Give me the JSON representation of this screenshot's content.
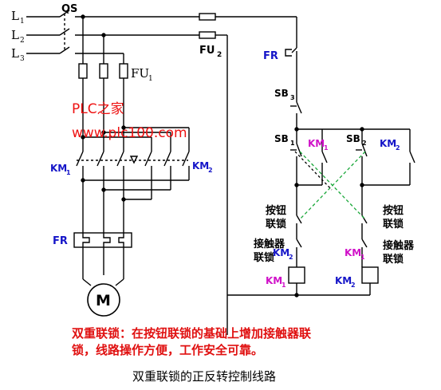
{
  "labels": {
    "l1": "L",
    "l1_sub": "1",
    "l2": "L",
    "l2_sub": "2",
    "l3": "L",
    "l3_sub": "3",
    "qs": "QS",
    "fu1": "FU",
    "fu1_sub": "1",
    "fu2": "FU",
    "fu2_sub": "2",
    "fr_main": "FR",
    "fr_ctrl": "FR",
    "sb3": "SB",
    "sb3_sub": "3",
    "sb1": "SB",
    "sb1_sub": "1",
    "sb2": "SB",
    "sb2_sub": "2",
    "km1_main": "KM",
    "km1_main_sub": "1",
    "km2_main": "KM",
    "km2_main_sub": "2",
    "km1_hold": "KM",
    "km1_hold_sub": "1",
    "km2_hold": "KM",
    "km2_hold_sub": "2",
    "km2_interlock": "KM",
    "km2_interlock_sub": "2",
    "km1_interlock": "KM",
    "km1_interlock_sub": "1",
    "km1_coil": "KM",
    "km1_coil_sub": "1",
    "km2_coil": "KM",
    "km2_coil_sub": "2",
    "motor": "M",
    "button_interlock_left_1": "按钮",
    "button_interlock_left_2": "联锁",
    "button_interlock_right_1": "按钮",
    "button_interlock_right_2": "联锁",
    "contactor_interlock_left_1": "接触器",
    "contactor_interlock_left_2": "联锁",
    "contactor_interlock_right_1": "接触器",
    "contactor_interlock_right_2": "联锁"
  },
  "watermark": {
    "line1": "PLC之家",
    "line2": "www.plc100.com"
  },
  "description": {
    "line1": "双重联锁：在按钮联锁的基础上增加接触器联",
    "line2": "锁，线路操作方便，工作安全可靠。"
  },
  "caption": "双重联锁的正反转控制线路",
  "colors": {
    "line": "#000000",
    "blue_label": "#1515c8",
    "magenta_label": "#d011c8",
    "red_text": "#e01010",
    "watermark": "#ee1111",
    "green_dash": "#1aa83a",
    "purple_dash": "#8030a0"
  }
}
